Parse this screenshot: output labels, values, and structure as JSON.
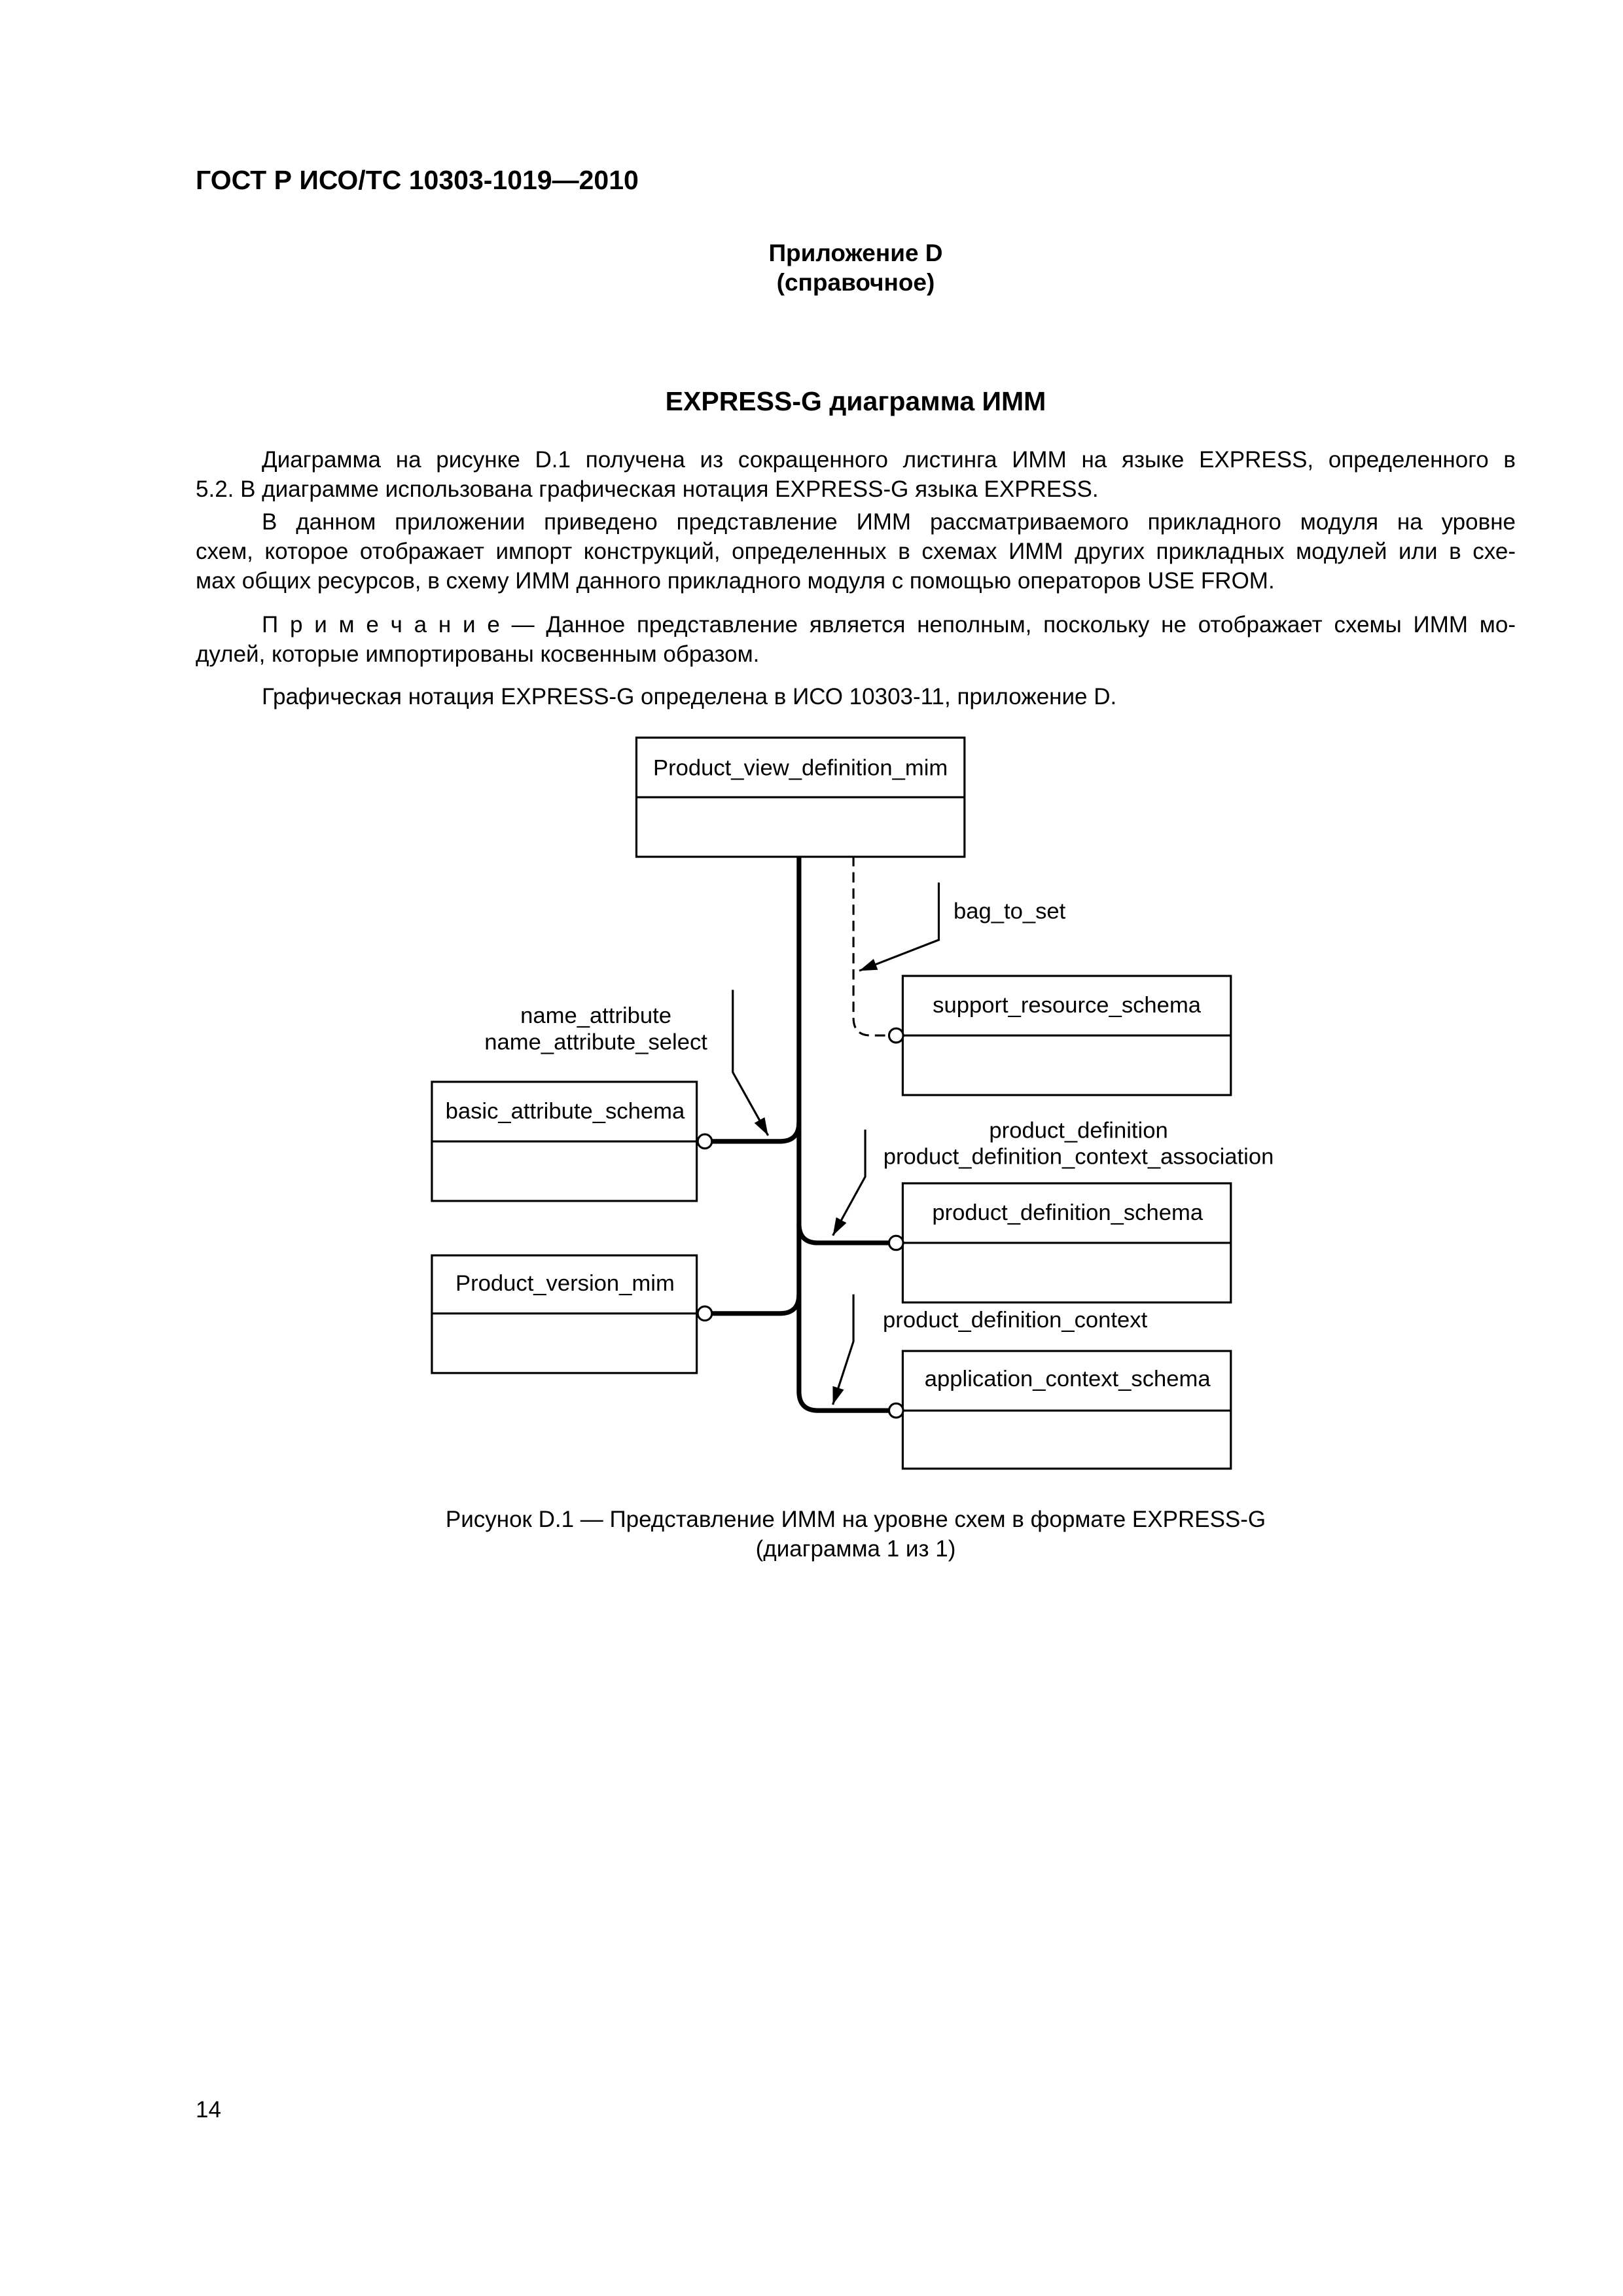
{
  "header": {
    "doc_code": "ГОСТ Р ИСО/ТС 10303-1019—2010"
  },
  "annex": {
    "title": "Приложение D",
    "status": "(справочное)"
  },
  "section_title": "EXPRESS-G диаграмма ИММ",
  "paragraphs": [
    {
      "lines": [
        "Диаграмма на рисунке D.1 получена из сокращенного листинга ИММ на языке EXPRESS, определенного в",
        "5.2. В диаграмме использована графическая нотация EXPRESS-G языка EXPRESS."
      ]
    },
    {
      "lines": [
        "В данном приложении приведено представление ИММ рассматриваемого прикладного модуля на уровне",
        "схем, которое отображает импорт конструкций, определенных в схемах ИММ других прикладных модулей или в схе-",
        "мах общих ресурсов, в схему ИММ данного прикладного модуля с помощью операторов USE FROM."
      ]
    },
    {
      "lines": [
        "Графическая нотация EXPRESS-G определена в ИСО 10303-11, приложение D."
      ]
    }
  ],
  "note": {
    "label": "П р и м е ч а н и е",
    "lines": [
      "— Данное представление является неполным, поскольку не отображает схемы ИММ мо-",
      "дулей, которые импортированы косвенным образом."
    ]
  },
  "figure": {
    "schemas": {
      "main": "Product_view_definition_mim",
      "support_resource": "support_resource_schema",
      "basic_attribute": "basic_attribute_schema",
      "product_definition": "product_definition_schema",
      "product_version": "Product_version_mim",
      "application_context": "application_context_schema"
    },
    "labels": {
      "bag_to_set": "bag_to_set",
      "name_attribute": [
        "name_attribute",
        "name_attribute_select"
      ],
      "product_definition": [
        "product_definition",
        "product_definition_context_association"
      ],
      "product_definition_context": "product_definition_context"
    },
    "caption": [
      "Рисунок D.1 — Представление ИММ на уровне схем в формате EXPRESS-G",
      "(диаграмма 1 из 1)"
    ]
  },
  "page_number": "14"
}
